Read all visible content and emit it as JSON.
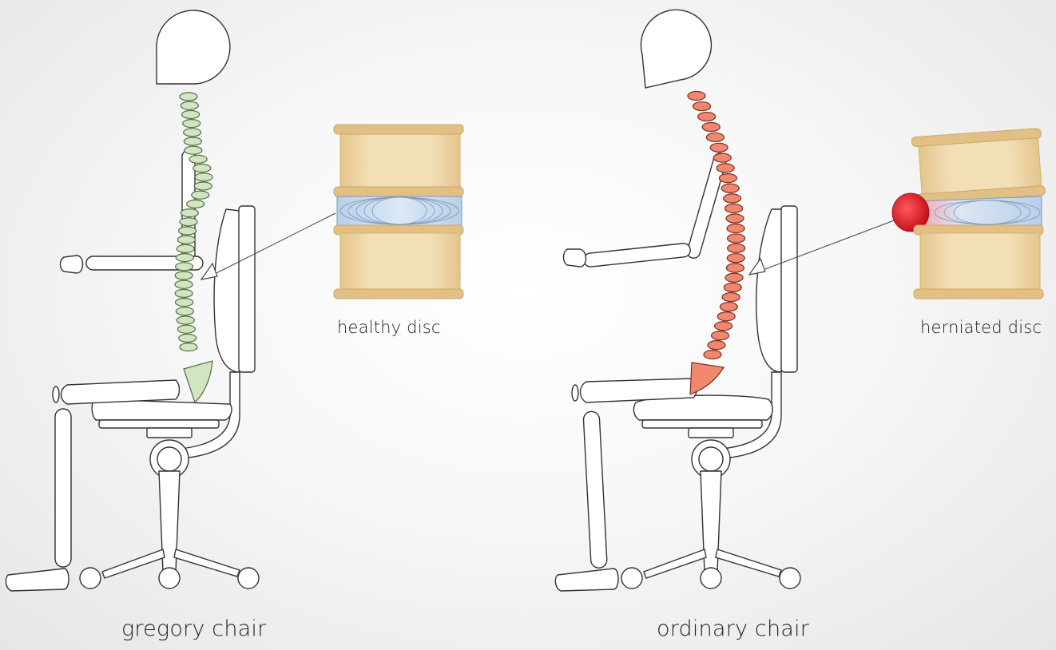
{
  "labels": {
    "healthy_disc": "healthy disc",
    "herniated_disc": "herniated disc",
    "left_chair": "gregory chair",
    "right_chair": "ordinary chair"
  },
  "colors": {
    "healthy_spine": "#cfe6c0",
    "herniated_spine": "#f2876f",
    "bone": "#eedab0",
    "bone_edge": "#dcb97a",
    "disc": "#cddff2",
    "hernia": "#e0192a",
    "outline": "#333333"
  }
}
